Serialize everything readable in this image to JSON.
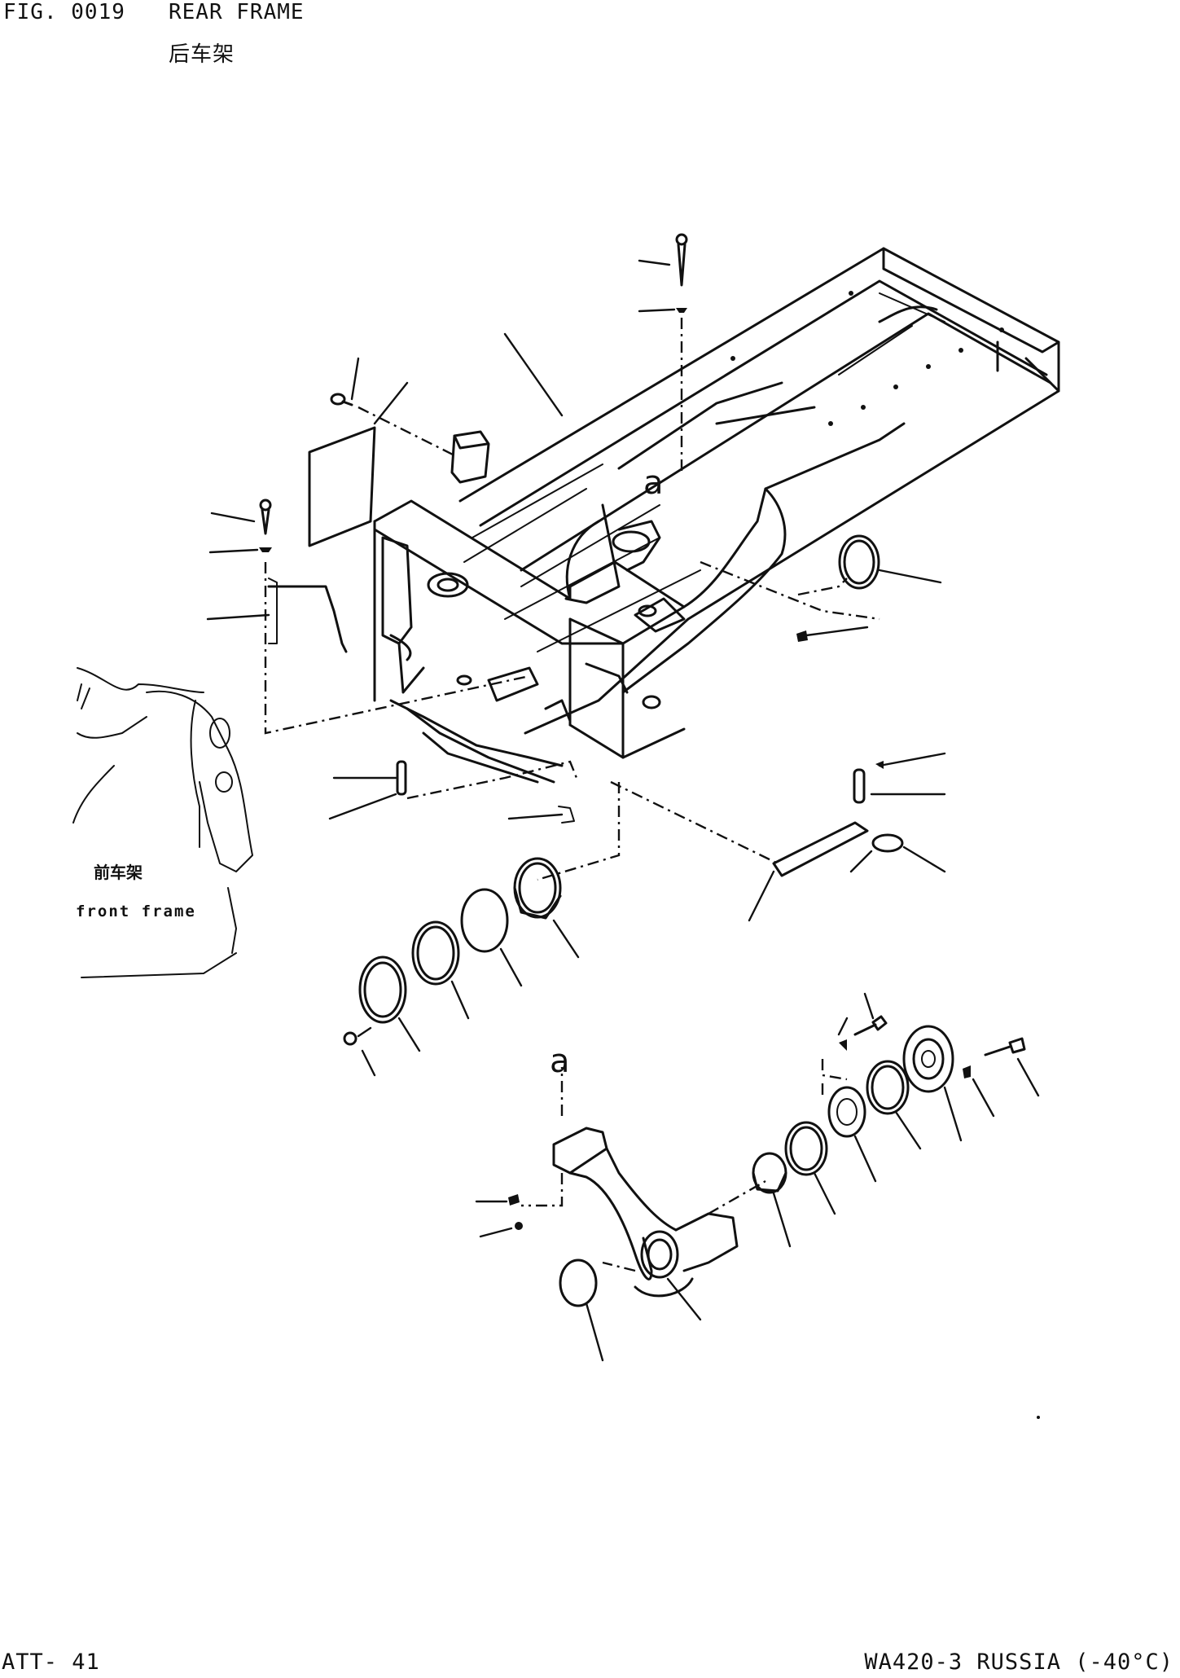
{
  "header": {
    "fig_number": "FIG. 0019",
    "title": "REAR FRAME",
    "title_cn": "后车架"
  },
  "diagram": {
    "callout_label": "a",
    "front_frame_label_cn": "前车架",
    "front_frame_label_en": "front frame"
  },
  "footer": {
    "page": "ATT- 41",
    "model": "WA420-3 RUSSIA (-40°C)"
  },
  "colors": {
    "ink": "#111111",
    "paper": "#ffffff"
  }
}
